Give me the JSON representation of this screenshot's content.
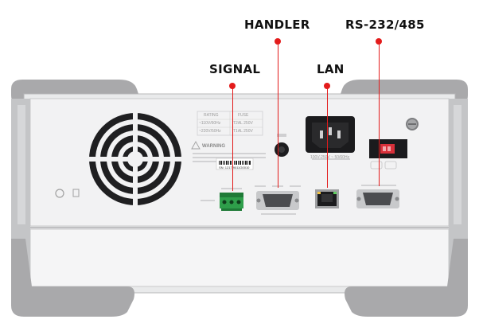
{
  "callouts": {
    "handler": "HANDLER",
    "rs232": "RS-232/485",
    "signal": "SIGNAL",
    "lan": "LAN"
  },
  "panel": {
    "rating": "RATING",
    "fuse": "FUSE",
    "voltage1": "~110V/60Hz",
    "fuse1": "T2AL 250V",
    "voltage2": "~220V/50Hz",
    "fuse2": "T1AL 250V",
    "warning": "WARNING",
    "power_input": "100V-250V ~ 50/60Hz",
    "serial": "SN: 1217 9011G0010"
  },
  "colors": {
    "accent": "#e31b1b",
    "signal_terminal": "#2e9e4a",
    "rs232_switch": "#d8303a"
  }
}
